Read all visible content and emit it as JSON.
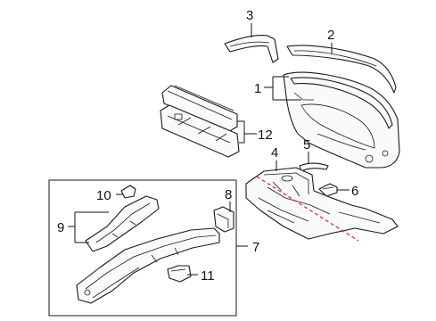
{
  "diagram": {
    "callouts": [
      {
        "id": "c1",
        "text": "1"
      },
      {
        "id": "c2",
        "text": "2"
      },
      {
        "id": "c3",
        "text": "3"
      },
      {
        "id": "c4",
        "text": "4"
      },
      {
        "id": "c5",
        "text": "5"
      },
      {
        "id": "c6",
        "text": "6"
      },
      {
        "id": "c7",
        "text": "7"
      },
      {
        "id": "c8",
        "text": "8"
      },
      {
        "id": "c9",
        "text": "9"
      },
      {
        "id": "c10",
        "text": "10"
      },
      {
        "id": "c11",
        "text": "11"
      },
      {
        "id": "c12",
        "text": "12"
      }
    ],
    "colors": {
      "line": "#1a1a1a",
      "cut_line": "#e0202a",
      "background": "#ffffff"
    }
  }
}
